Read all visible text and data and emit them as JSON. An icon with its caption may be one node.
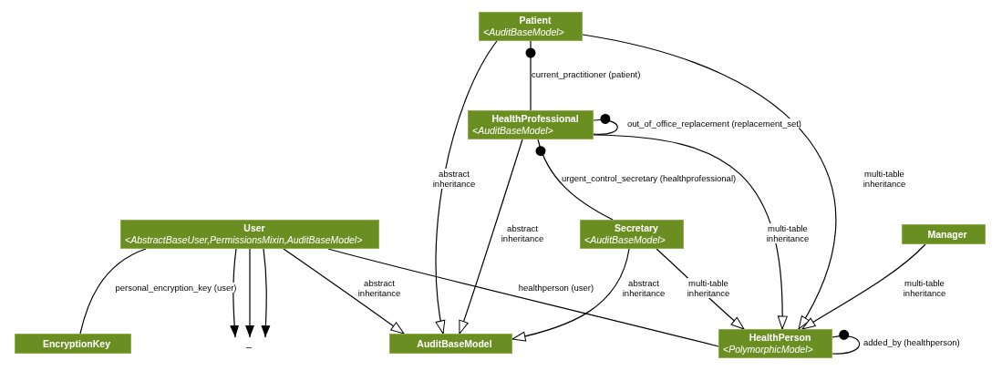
{
  "diagram": {
    "nodes": [
      {
        "text": [
          "Patient",
          "<AuditBaseModel>"
        ]
      },
      {
        "text": [
          "HealthProfessional",
          "<AuditBaseModel>"
        ]
      },
      {
        "text": [
          "User",
          "<AbstractBaseUser,PermissionsMixin,AuditBaseModel>"
        ]
      },
      {
        "text": [
          "Secretary",
          "<AuditBaseModel>"
        ]
      },
      {
        "text": [
          "Manager"
        ]
      },
      {
        "text": [
          "EncryptionKey"
        ]
      },
      {
        "text": [
          "_"
        ]
      },
      {
        "text": [
          "AuditBaseModel"
        ]
      },
      {
        "text": [
          "HealthPerson",
          "<PolymorphicModel>"
        ]
      }
    ],
    "edges": [
      {
        "from": 0,
        "to": 7,
        "arrow": "to",
        "label": "abstract inheritance"
      },
      {
        "from": 0,
        "to": 8,
        "arrow": "to",
        "label": "multi-table inheritance"
      },
      {
        "from": 1,
        "to": 0,
        "arrow": "other",
        "label": "current_practitioner (patient)"
      },
      {
        "from": 1,
        "to": 1,
        "arrow": "other",
        "label": "out_of_office_replacement (replacement_set)"
      },
      {
        "from": 1,
        "to": 7,
        "arrow": "to",
        "label": "abstract inheritance"
      },
      {
        "from": 1,
        "to": 8,
        "arrow": "to",
        "label": "multi-table inheritance"
      },
      {
        "from": 3,
        "to": 1,
        "arrow": "other",
        "label": "urgent_control_secretary (healthprofessional)"
      },
      {
        "from": 2,
        "to": 5,
        "arrow": "none",
        "label": "personal_encryption_key (user)"
      },
      {
        "from": 2,
        "to": 6,
        "arrow": "to"
      },
      {
        "from": 2,
        "to": 6,
        "arrow": "to"
      },
      {
        "from": 2,
        "to": 6,
        "arrow": "to"
      },
      {
        "from": 2,
        "to": 7,
        "arrow": "to",
        "label": "abstract inheritance"
      },
      {
        "from": 2,
        "to": 8,
        "arrow": "none",
        "label": "healthperson (user)"
      },
      {
        "from": 3,
        "to": 7,
        "arrow": "to",
        "label": "abstract inheritance"
      },
      {
        "from": 3,
        "to": 8,
        "arrow": "to",
        "label": "multi-table inheritance"
      },
      {
        "from": 4,
        "to": 8,
        "arrow": "to",
        "label": "multi-table inheritance"
      },
      {
        "from": 8,
        "to": 8,
        "arrow": "other",
        "label": "added_by (healthperson)"
      }
    ]
  }
}
